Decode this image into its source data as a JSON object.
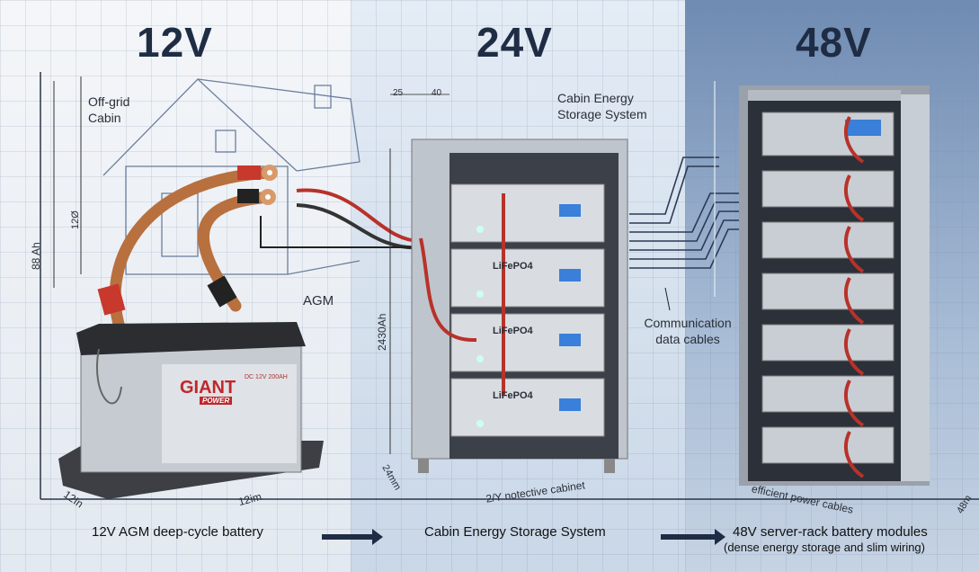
{
  "titles": {
    "v12": "12V",
    "v24": "24V",
    "v48": "48V"
  },
  "panel12": {
    "cabin_label": "Off-grid Cabin",
    "dim_height": "88 Ah",
    "dim_inner": "12Ø",
    "agm_label": "AGM",
    "battery_brand": "GIANT",
    "battery_sub": "POWER",
    "battery_spec": "DC 12V 200AH",
    "dim_depth": "12In",
    "dim_width": "12im",
    "caption": "12V AGM deep-cycle battery"
  },
  "panel24": {
    "dim_a": "25",
    "dim_b": "40",
    "system_label": "Cabin Energy Storage System",
    "dim_height": "2430Ah",
    "module_labels": [
      "",
      "LiFePO4",
      "LiFePO4",
      "LiFePO4"
    ],
    "dim_depth": "24mm",
    "cabinet_label": "2/Y notective cabinet",
    "caption": "Cabin Energy Storage System"
  },
  "panel48": {
    "comm_label": "Communication data cables",
    "power_label": "efficient power cables",
    "dim_depth": "48m",
    "caption": "48V server-rack battery modules",
    "subcaption": "(dense energy storage and slim wiring)"
  },
  "colors": {
    "title": "#1f2d44",
    "copper": "#c07a4a",
    "red_cable": "#b8322a",
    "lcd": "#3a7fd9"
  }
}
